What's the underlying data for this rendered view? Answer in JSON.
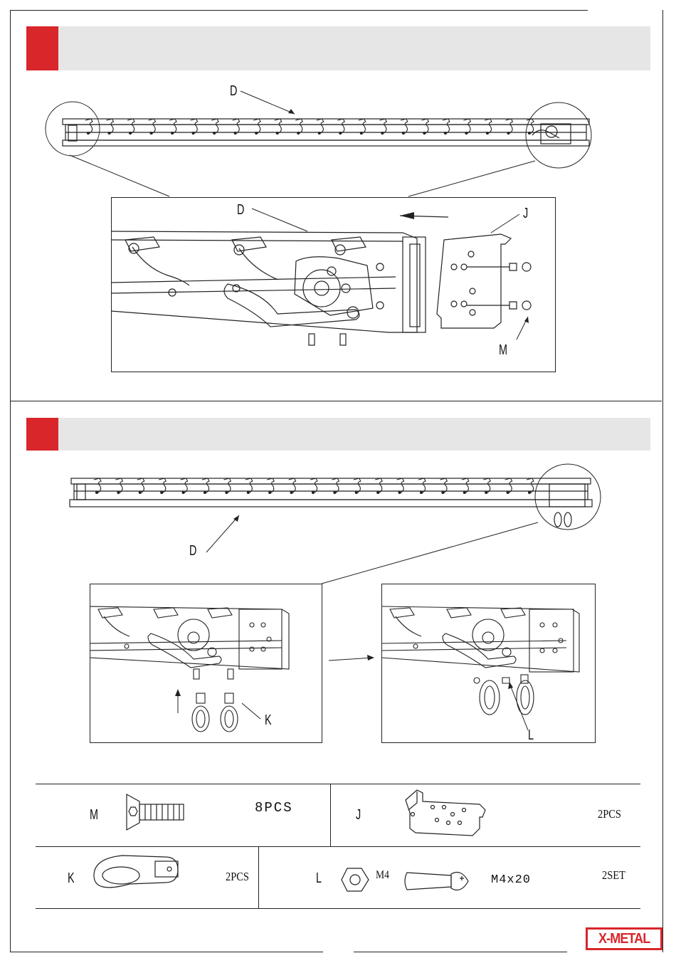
{
  "labels": {
    "D": "D",
    "J": "J",
    "M": "M",
    "K": "K",
    "L": "L"
  },
  "parts": {
    "m": {
      "letter": "M",
      "qty": "8PCS"
    },
    "j": {
      "letter": "J",
      "qty": "2PCS"
    },
    "k": {
      "letter": "K",
      "qty": "2PCS"
    },
    "l": {
      "letter": "L",
      "nut_size": "M4",
      "screw_size": "M4x20",
      "qty": "2SET"
    }
  },
  "brand": {
    "logo_text": "X-METAL"
  },
  "colors": {
    "accent": "#d8262b",
    "step_bar": "#e6e6e6",
    "line": "#222222"
  }
}
